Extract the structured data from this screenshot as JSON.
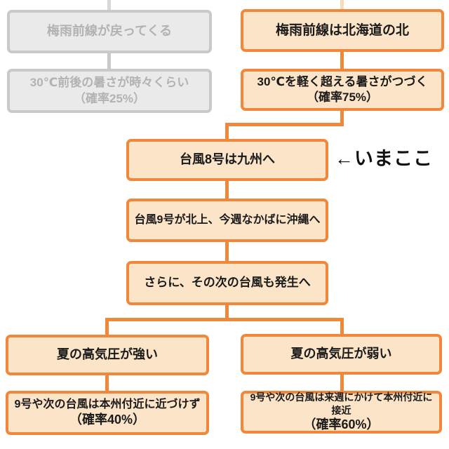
{
  "colors": {
    "active_border": "#F0873B",
    "active_fill": "#FBE4C7",
    "active_stub": "#F8DCBA",
    "inactive_border": "#C9C9C9",
    "inactive_fill": "#EAEAEA",
    "inactive_stub": "#D8D8D8",
    "inactive_text": "#B2B2B2",
    "text_color": "#1A1A1A"
  },
  "boxes": {
    "inactive_top": {
      "line1": "梅雨前線が戻ってくる"
    },
    "inactive_prob": {
      "line1": "30℃前後の暑さが時々くらい",
      "line2": "（確率25%）"
    },
    "active_top": {
      "line1": "梅雨前線は北海道の北"
    },
    "active_prob": {
      "line1": "30℃を軽く超える暑さがつづく",
      "line2": "（確率75%）"
    },
    "typhoon8": {
      "line1": "台風8号は九州へ"
    },
    "typhoon9": {
      "line1": "台風9号が北上、今週なかばに沖縄へ"
    },
    "next_typhoon": {
      "line1": "さらに、その次の台風も発生へ"
    },
    "high_strong": {
      "line1": "夏の高気圧が強い"
    },
    "strong_outcome": {
      "line1": "9号や次の台風は本州付近に近づけず",
      "line2": "（確率40%）"
    },
    "high_weak": {
      "line1": "夏の高気圧が弱い"
    },
    "weak_outcome": {
      "line1": "9号や次の台風は来週にかけて本州付近に接近",
      "line2": "（確率60%）"
    }
  },
  "marker": {
    "label": "←いまここ"
  }
}
